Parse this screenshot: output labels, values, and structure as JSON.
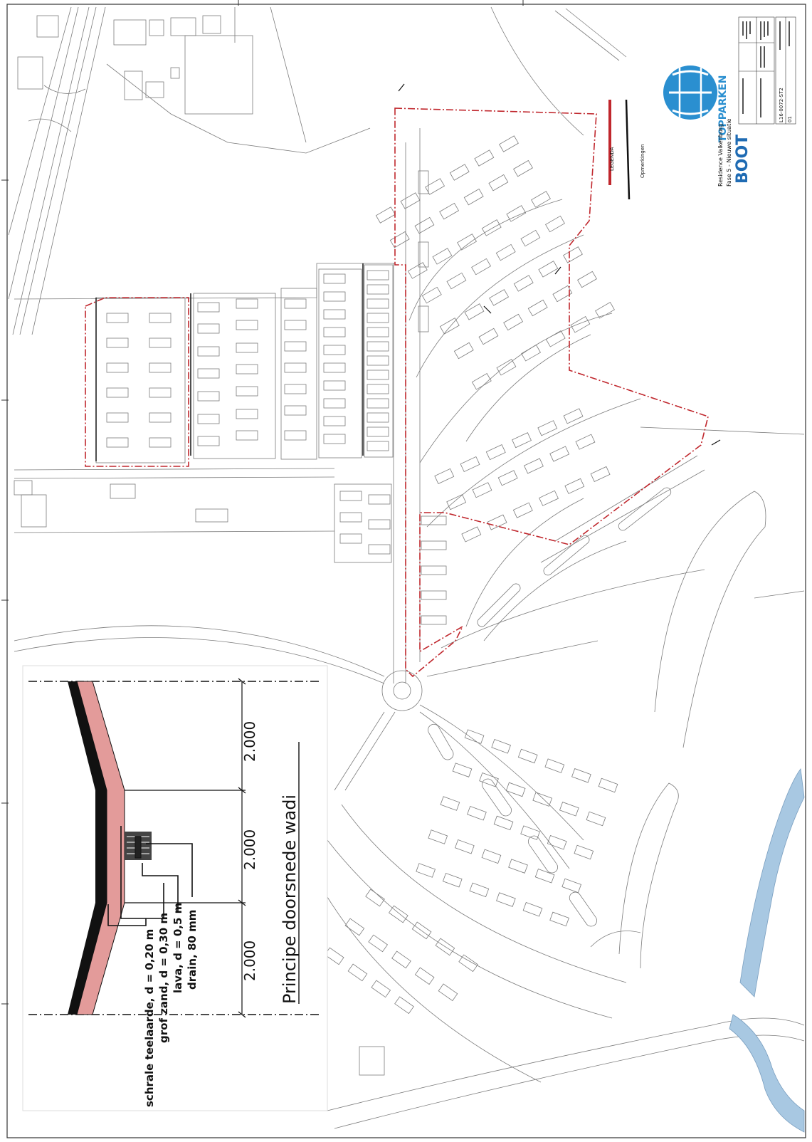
{
  "drawing": {
    "project_label": "Residence Valkenburg",
    "phase_label": "Fase 5 - Nieuwe situatie",
    "drawing_number": "L16-0072-ST2",
    "drawing_rev": "01",
    "brand_boot": "BOOT",
    "brand_topparken": "TOPPARKEN",
    "legend_title": "LEGENDA",
    "remarks_title": "Opmerkingen"
  },
  "inset": {
    "title": "Principe doorsnede wadi",
    "dimensions": [
      "2.000",
      "2.000",
      "2.000"
    ],
    "layers": [
      {
        "label": "schrale teelaarde, d = 0,20 m",
        "color": "#111111"
      },
      {
        "label": "grof zand, d = 0,30 m",
        "color": "#e39b9a"
      },
      {
        "label": "lava, d = 0,5 m",
        "color": "#444444"
      },
      {
        "label": "drain, 80 mm",
        "color": "#222222"
      }
    ]
  },
  "colors": {
    "boundary": "#c0272d",
    "water": "#a8c8e2",
    "linework": "#7c7c7c",
    "brand_blue": "#2a8fd0"
  }
}
